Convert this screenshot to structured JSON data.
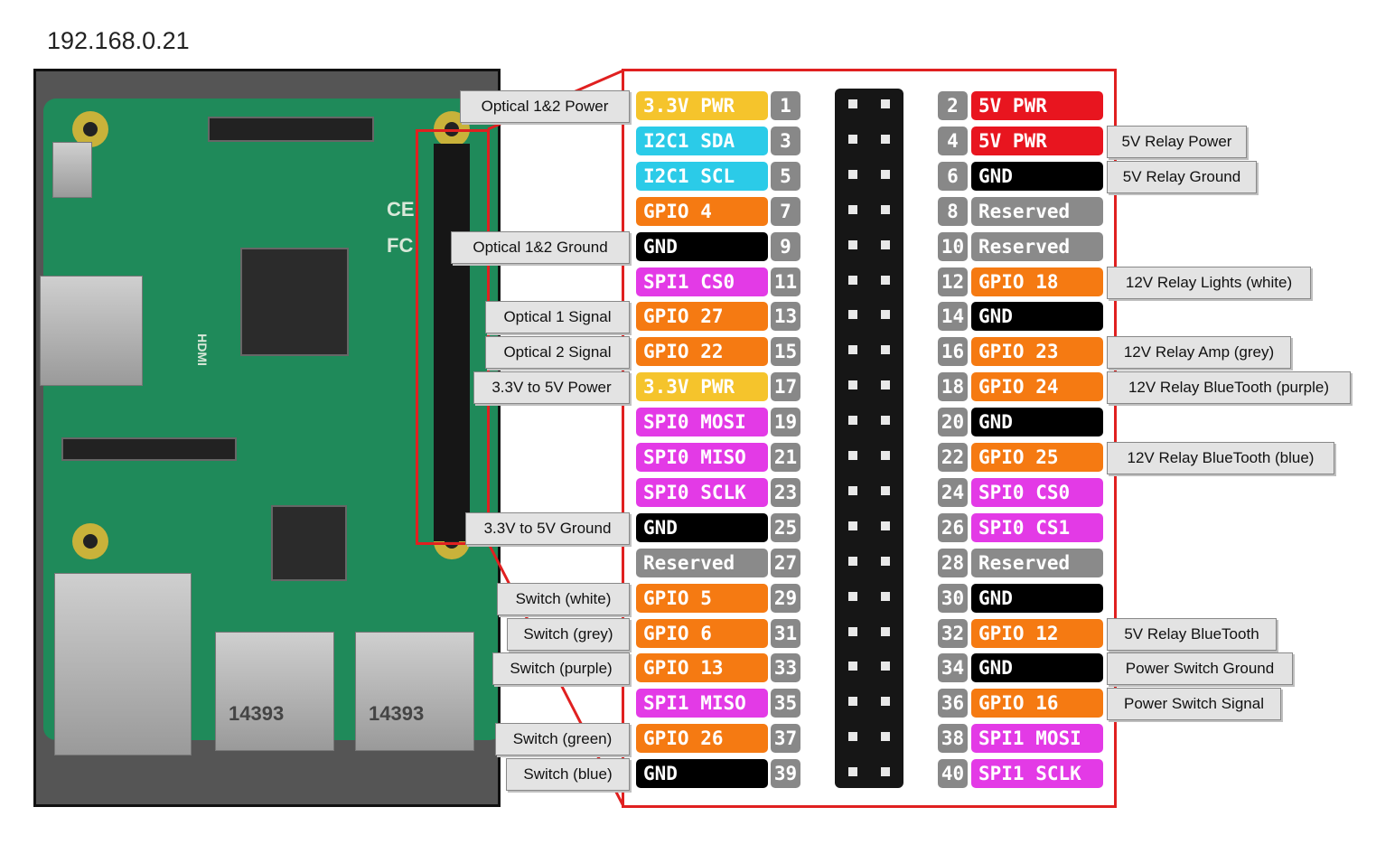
{
  "title": "192.168.0.21",
  "board_markings": {
    "hdmi": "HDMI",
    "ce": "CE",
    "fc": "FC",
    "usb_left": "14393",
    "usb_right": "14393"
  },
  "colors": {
    "power33": "#f5c42c",
    "power5": "#e8151f",
    "i2c": "#2bcbe8",
    "gpio": "#f57a12",
    "gnd": "#000000",
    "spi": "#e33ae6",
    "reserved": "#8a8a8a",
    "outline": "#e02020"
  },
  "pins": [
    {
      "num": "1",
      "label": "3.3V PWR",
      "color": "power33"
    },
    {
      "num": "2",
      "label": "5V PWR",
      "color": "power5"
    },
    {
      "num": "3",
      "label": "I2C1 SDA",
      "color": "i2c"
    },
    {
      "num": "4",
      "label": "5V PWR",
      "color": "power5"
    },
    {
      "num": "5",
      "label": "I2C1 SCL",
      "color": "i2c"
    },
    {
      "num": "6",
      "label": "GND",
      "color": "gnd"
    },
    {
      "num": "7",
      "label": "GPIO 4",
      "color": "gpio"
    },
    {
      "num": "8",
      "label": "Reserved",
      "color": "reserved"
    },
    {
      "num": "9",
      "label": "GND",
      "color": "gnd"
    },
    {
      "num": "10",
      "label": "Reserved",
      "color": "reserved"
    },
    {
      "num": "11",
      "label": "SPI1 CS0",
      "color": "spi"
    },
    {
      "num": "12",
      "label": "GPIO 18",
      "color": "gpio"
    },
    {
      "num": "13",
      "label": "GPIO 27",
      "color": "gpio"
    },
    {
      "num": "14",
      "label": "GND",
      "color": "gnd"
    },
    {
      "num": "15",
      "label": "GPIO 22",
      "color": "gpio"
    },
    {
      "num": "16",
      "label": "GPIO 23",
      "color": "gpio"
    },
    {
      "num": "17",
      "label": "3.3V PWR",
      "color": "power33"
    },
    {
      "num": "18",
      "label": "GPIO 24",
      "color": "gpio"
    },
    {
      "num": "19",
      "label": "SPI0 MOSI",
      "color": "spi"
    },
    {
      "num": "20",
      "label": "GND",
      "color": "gnd"
    },
    {
      "num": "21",
      "label": "SPI0 MISO",
      "color": "spi"
    },
    {
      "num": "22",
      "label": "GPIO 25",
      "color": "gpio"
    },
    {
      "num": "23",
      "label": "SPI0 SCLK",
      "color": "spi"
    },
    {
      "num": "24",
      "label": "SPI0 CS0",
      "color": "spi"
    },
    {
      "num": "25",
      "label": "GND",
      "color": "gnd"
    },
    {
      "num": "26",
      "label": "SPI0 CS1",
      "color": "spi"
    },
    {
      "num": "27",
      "label": "Reserved",
      "color": "reserved"
    },
    {
      "num": "28",
      "label": "Reserved",
      "color": "reserved"
    },
    {
      "num": "29",
      "label": "GPIO 5",
      "color": "gpio"
    },
    {
      "num": "30",
      "label": "GND",
      "color": "gnd"
    },
    {
      "num": "31",
      "label": "GPIO 6",
      "color": "gpio"
    },
    {
      "num": "32",
      "label": "GPIO 12",
      "color": "gpio"
    },
    {
      "num": "33",
      "label": "GPIO 13",
      "color": "gpio"
    },
    {
      "num": "34",
      "label": "GND",
      "color": "gnd"
    },
    {
      "num": "35",
      "label": "SPI1 MISO",
      "color": "spi"
    },
    {
      "num": "36",
      "label": "GPIO 16",
      "color": "gpio"
    },
    {
      "num": "37",
      "label": "GPIO 26",
      "color": "gpio"
    },
    {
      "num": "38",
      "label": "SPI1 MOSI",
      "color": "spi"
    },
    {
      "num": "39",
      "label": "GND",
      "color": "gnd"
    },
    {
      "num": "40",
      "label": "SPI1 SCLK",
      "color": "spi"
    }
  ],
  "annotations": {
    "left": [
      {
        "pin": "1",
        "text": "Optical 1&2 Power"
      },
      {
        "pin": "9",
        "text": "Optical 1&2 Ground"
      },
      {
        "pin": "13",
        "text": "Optical 1 Signal"
      },
      {
        "pin": "15",
        "text": "Optical 2 Signal"
      },
      {
        "pin": "17",
        "text": "3.3V to 5V Power"
      },
      {
        "pin": "25",
        "text": "3.3V to 5V Ground"
      },
      {
        "pin": "29",
        "text": "Switch (white)"
      },
      {
        "pin": "31",
        "text": "Switch (grey)"
      },
      {
        "pin": "33",
        "text": "Switch (purple)"
      },
      {
        "pin": "37",
        "text": "Switch (green)"
      },
      {
        "pin": "39",
        "text": "Switch (blue)"
      }
    ],
    "right": [
      {
        "pin": "4",
        "text": "5V Relay Power"
      },
      {
        "pin": "6",
        "text": "5V Relay Ground"
      },
      {
        "pin": "12",
        "text": "12V Relay Lights (white)"
      },
      {
        "pin": "16",
        "text": "12V Relay Amp (grey)"
      },
      {
        "pin": "18",
        "text": "12V Relay BlueTooth (purple)"
      },
      {
        "pin": "22",
        "text": "12V Relay BlueTooth (blue)"
      },
      {
        "pin": "32",
        "text": "5V Relay BlueTooth"
      },
      {
        "pin": "34",
        "text": "Power Switch Ground"
      },
      {
        "pin": "36",
        "text": "Power Switch Signal"
      }
    ]
  }
}
